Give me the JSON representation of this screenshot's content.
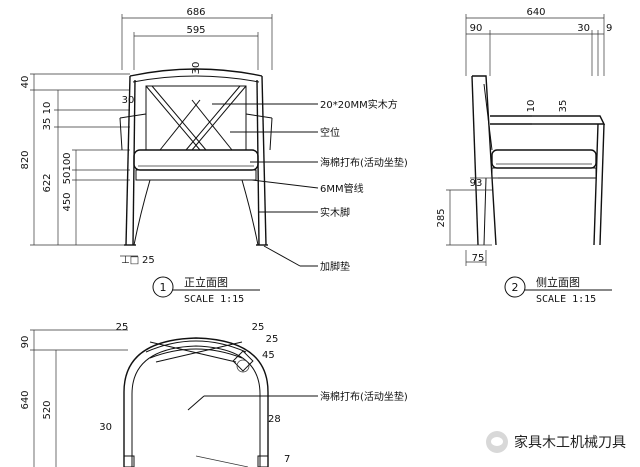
{
  "front_view": {
    "dims_top": {
      "overall_width": "686",
      "inner_width": "595",
      "top_rail": "30"
    },
    "dims_left": {
      "top_gap": "40",
      "band_10": "10",
      "band_35": "35",
      "height_820": "820",
      "height_622": "622",
      "seat_100": "100",
      "seat_50": "50",
      "leg_450": "450",
      "leg_30": "30"
    },
    "bottom_dim": "25",
    "callouts": {
      "wood": "20*20MM实木方",
      "gap": "空位",
      "cushion": "海棉打布(活动坐垫)",
      "tube": "6MM管线",
      "leg": "实木脚",
      "foot": "加脚垫"
    },
    "title": "正立面图",
    "number": "1",
    "scale": "SCALE 1:15"
  },
  "side_view": {
    "dims_top": {
      "overall_depth": "640",
      "back_90": "90",
      "front_30": "30",
      "front_9": "9"
    },
    "dims": {
      "arm_10": "10",
      "arm_35": "35",
      "seat_93": "93",
      "seat_height": "285",
      "leg_75": "75"
    },
    "title": "侧立面图",
    "number": "2",
    "scale": "SCALE 1:15"
  },
  "plan_view": {
    "dims": {
      "d_25a": "25",
      "d_90": "90",
      "d_640": "640",
      "d_520": "520",
      "d_30": "30",
      "d_25b": "25",
      "d_25c": "25",
      "d_r45": "45",
      "d_28": "28",
      "d_7": "7"
    },
    "callout": "海棉打布(活动坐垫)"
  },
  "watermark": "家具木工机械刀具"
}
